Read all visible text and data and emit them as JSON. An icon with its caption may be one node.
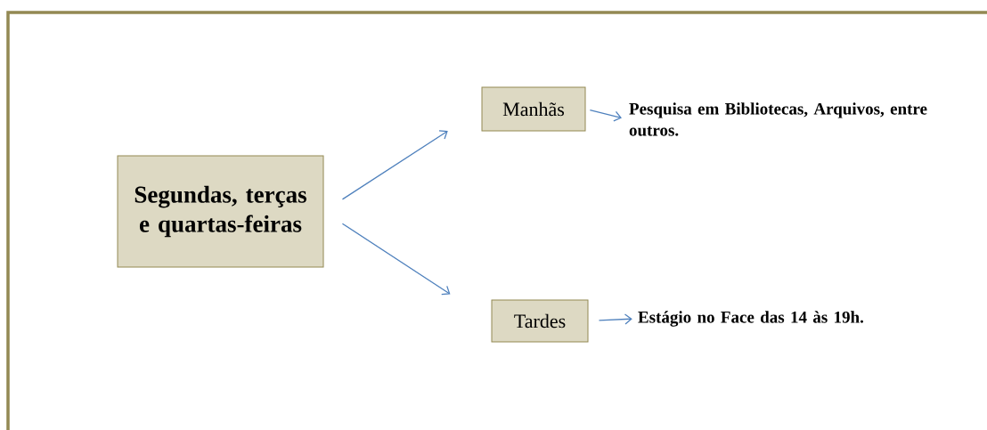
{
  "diagram": {
    "nodes": [
      {
        "text": [
          "Segundas, terças e quartas-feiras"
        ]
      },
      {
        "text": [
          "Manhãs"
        ]
      },
      {
        "text": [
          "Pesquisa em Bibliotecas, Arquivos, entre outros."
        ]
      },
      {
        "text": [
          "Tardes"
        ]
      },
      {
        "text": [
          "Estágio no Face das 14 às 19h."
        ]
      }
    ],
    "edges": [
      {
        "from": 0,
        "to": 1,
        "arrow": "to"
      },
      {
        "from": 0,
        "to": 3,
        "arrow": "to"
      },
      {
        "from": 1,
        "to": 2,
        "arrow": "to"
      },
      {
        "from": 3,
        "to": 4,
        "arrow": "to"
      }
    ]
  }
}
